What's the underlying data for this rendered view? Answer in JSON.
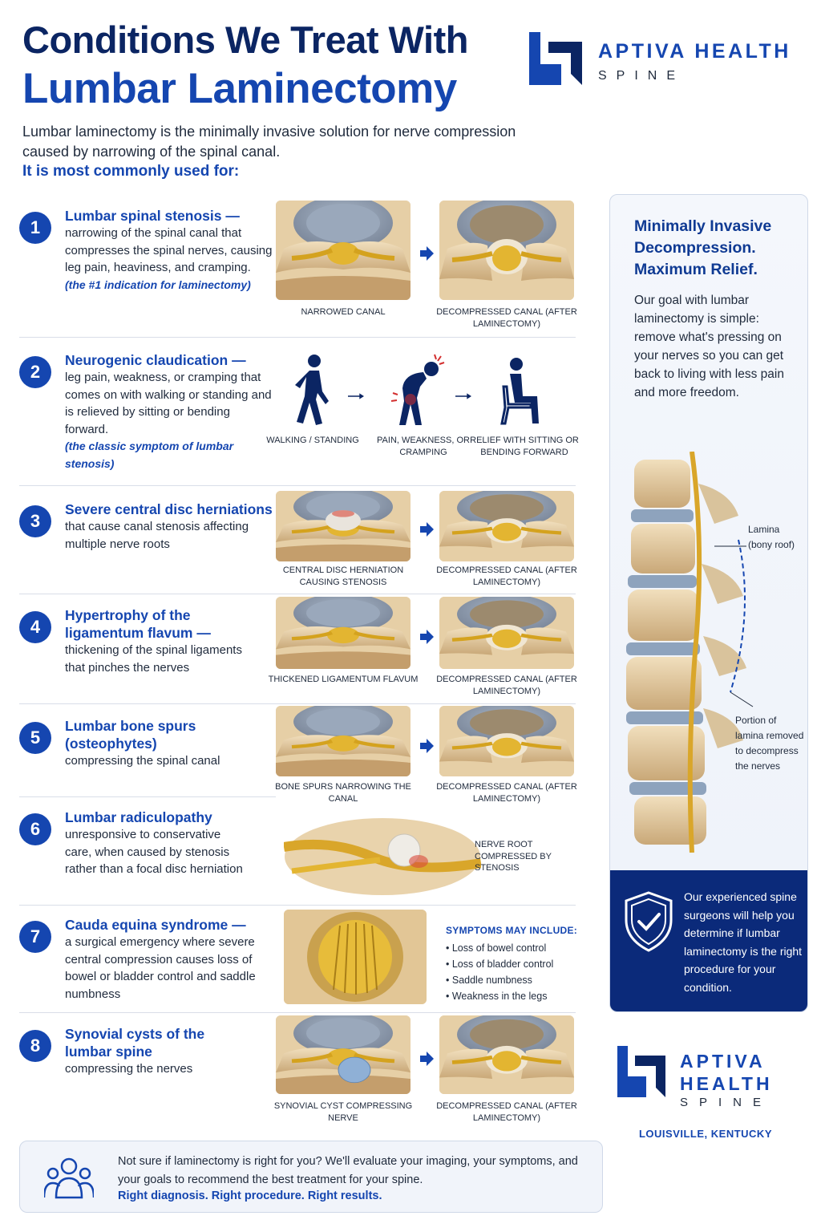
{
  "header": {
    "title_line1": "Conditions We Treat With",
    "title_line2": "Lumbar Laminectomy",
    "intro": "Lumbar laminectomy is the minimally invasive solution for nerve compression caused by narrowing of the spinal canal.",
    "intro_sub": "It is most commonly used for:"
  },
  "brand": {
    "name": "APTIVA HEALTH",
    "name_line1": "APTIVA",
    "name_line2": "HEALTH",
    "sub": "SPINE",
    "location": "LOUISVILLE, KENTUCKY",
    "color": "#1546b0"
  },
  "conditions": [
    {
      "number": "1",
      "heading": "Lumbar spinal stenosis —",
      "body": "narrowing of the spinal canal that compresses the spinal nerves, causing leg pain, heaviness, and cramping.",
      "note": "(the #1 indication for laminectomy)",
      "caption_left": "NARROWED CANAL",
      "caption_right": "DECOMPRESSED CANAL (AFTER LAMINECTOMY)"
    },
    {
      "number": "2",
      "heading": "Neurogenic claudication —",
      "body": "leg pain, weakness, or cramping that comes on with walking or standing and is relieved by sitting or bending forward.",
      "note": "(the classic symptom of lumbar stenosis)",
      "fig_captions": [
        "WALKING / STANDING",
        "PAIN, WEAKNESS, OR CRAMPING",
        "RELIEF WITH SITTING OR BENDING FORWARD"
      ]
    },
    {
      "number": "3",
      "heading": "Severe central disc herniations",
      "body": "that cause canal stenosis affecting multiple nerve roots",
      "caption_left": "CENTRAL DISC HERNIATION CAUSING STENOSIS",
      "caption_right": "DECOMPRESSED CANAL (AFTER LAMINECTOMY)"
    },
    {
      "number": "4",
      "heading": "Hypertrophy of the ligamentum flavum —",
      "body": "thickening of the spinal ligaments that pinches the nerves",
      "caption_left": "THICKENED LIGAMENTUM FLAVUM",
      "caption_right": "DECOMPRESSED CANAL (AFTER LAMINECTOMY)"
    },
    {
      "number": "5",
      "heading": "Lumbar bone spurs (osteophytes)",
      "body": "compressing the spinal canal",
      "caption_left": "BONE SPURS NARROWING THE CANAL",
      "caption_right": "DECOMPRESSED CANAL (AFTER LAMINECTOMY)"
    },
    {
      "number": "6",
      "heading": "Lumbar radiculopathy",
      "body": "unresponsive to conservative care, when caused by stenosis rather than a focal disc herniation",
      "caption": "NERVE ROOT COMPRESSED BY STENOSIS"
    },
    {
      "number": "7",
      "heading": "Cauda equina syndrome —",
      "body": "a surgical emergency where severe central compression causes loss of bowel or bladder control and saddle numbness",
      "symptoms_title": "SYMPTOMS MAY INCLUDE:",
      "symptoms": [
        "Loss of bowel control",
        "Loss of bladder control",
        "Saddle numbness",
        "Weakness in the legs"
      ]
    },
    {
      "number": "8",
      "heading": "Synovial cysts of the lumbar spine",
      "body": "compressing the nerves",
      "caption_left": "SYNOVIAL CYST COMPRESSING NERVE",
      "caption_right": "DECOMPRESSED CANAL (AFTER LAMINECTOMY)"
    }
  ],
  "panel": {
    "title": "Minimally Invasive Decompression. Maximum Relief.",
    "text": "Our goal with lumbar laminectomy is simple: remove what's pressing on your nerves so you can get back to living with less pain and more freedom.",
    "label_lamina": "Lamina (bony roof)",
    "label_removed": "Portion of lamina removed to decompress the nerves",
    "callout": "Our experienced spine surgeons will help you determine if lumbar laminectomy is the right procedure for your condition.",
    "callout_icon": "shield-check-icon"
  },
  "footer": {
    "text": "Not sure if laminectomy is right for you? We'll evaluate your imaging, your symptoms, and your goals to recommend the best treatment for your spine.",
    "tagline": "Right diagnosis. Right procedure. Right results.",
    "icon": "people-group-icon"
  }
}
